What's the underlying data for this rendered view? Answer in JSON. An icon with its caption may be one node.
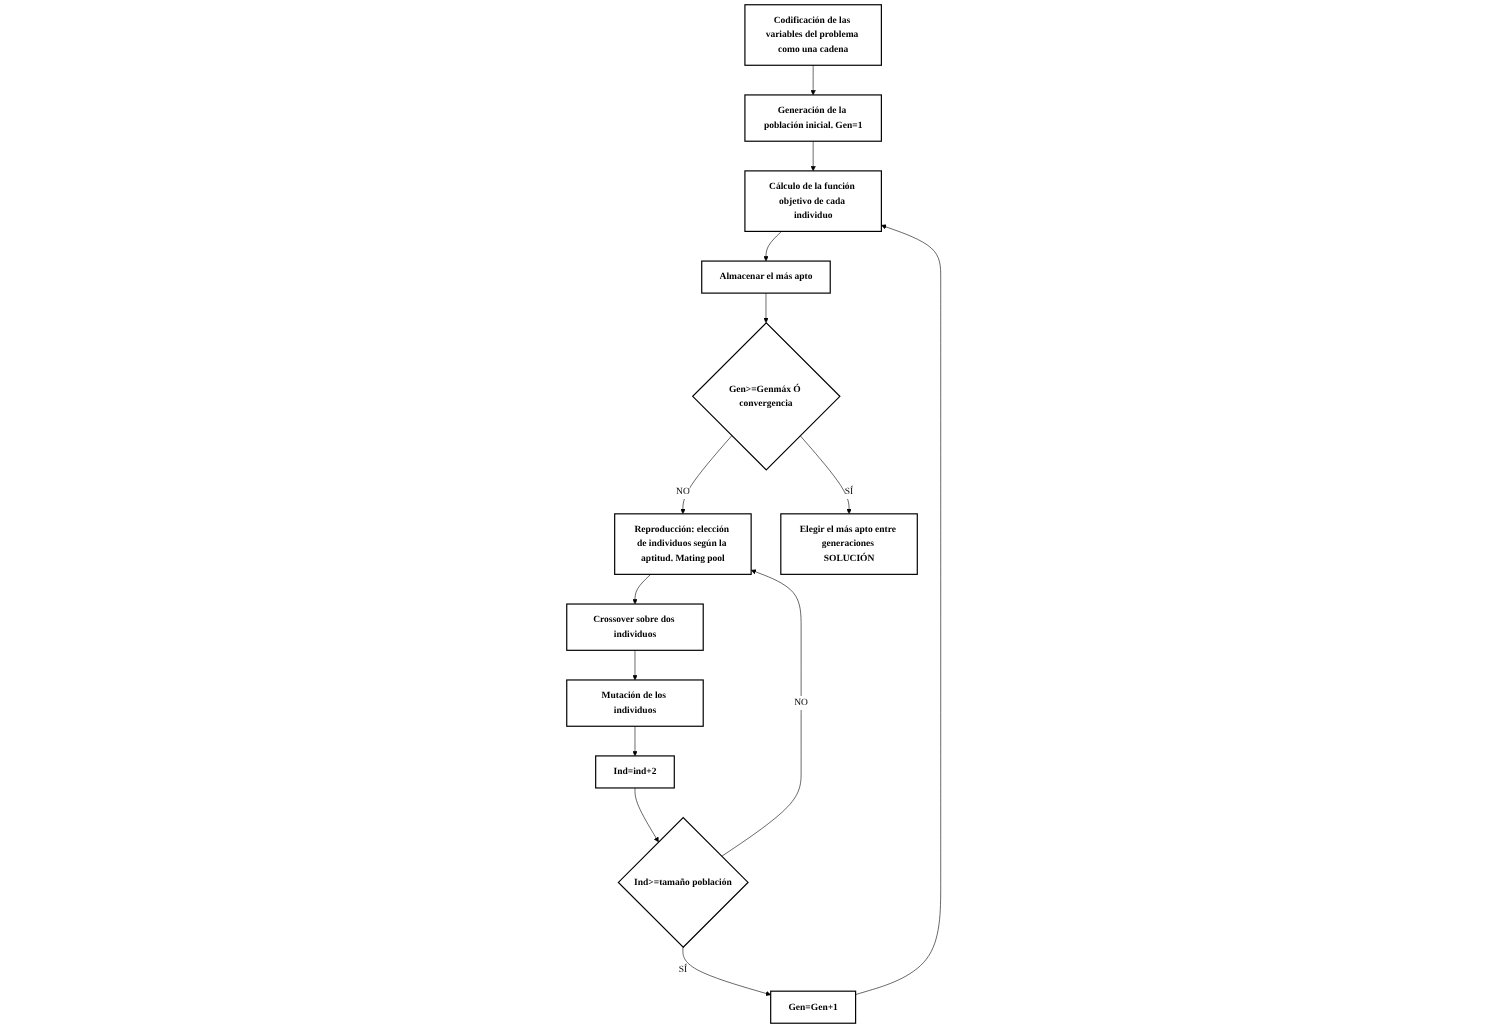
{
  "diagram": {
    "nodes": [
      {
        "text": [
          "Codificación de las variables del problema como una cadena"
        ]
      },
      {
        "text": [
          "Generación de la población inicial. Gen=1"
        ]
      },
      {
        "text": [
          "Cálculo de la función objetivo de cada individuo"
        ]
      },
      {
        "text": [
          "Gen=Gen+1"
        ]
      },
      {
        "text": [
          "Almacenar el más apto"
        ]
      },
      {
        "text": [
          "Gen>=Genmáx Ó convergencia"
        ]
      },
      {
        "text": [
          "Reproducción: elección de individuos según la aptitud. Mating pool"
        ]
      },
      {
        "text": [
          "Crossover sobre dos individuos"
        ]
      },
      {
        "text": [
          "Mutación de los individuos"
        ]
      },
      {
        "text": [
          "Ind=ind+2"
        ]
      },
      {
        "text": [
          "Ind>=tamaño población"
        ]
      },
      {
        "text": [
          "Elegir el más apto entre generaciones SOLUCIÓN"
        ]
      }
    ],
    "edges": [
      {
        "from": 0,
        "to": 1,
        "arrow": "to"
      },
      {
        "from": 1,
        "to": 2,
        "arrow": "to"
      },
      {
        "from": 3,
        "to": 2,
        "arrow": "to"
      },
      {
        "from": 2,
        "to": 4,
        "arrow": "to"
      },
      {
        "from": 4,
        "to": 5,
        "arrow": "to"
      },
      {
        "from": 5,
        "to": 6,
        "arrow": "to",
        "label": "NO"
      },
      {
        "from": 5,
        "to": 11,
        "arrow": "to",
        "label": "SÍ"
      },
      {
        "from": 6,
        "to": 7,
        "arrow": "to"
      },
      {
        "from": 7,
        "to": 8,
        "arrow": "to"
      },
      {
        "from": 8,
        "to": 9,
        "arrow": "to"
      },
      {
        "from": 9,
        "to": 10,
        "arrow": "to"
      },
      {
        "from": 10,
        "to": 6,
        "arrow": "to",
        "label": "NO"
      },
      {
        "from": 10,
        "to": 3,
        "arrow": "to",
        "label": "SÍ"
      }
    ]
  }
}
